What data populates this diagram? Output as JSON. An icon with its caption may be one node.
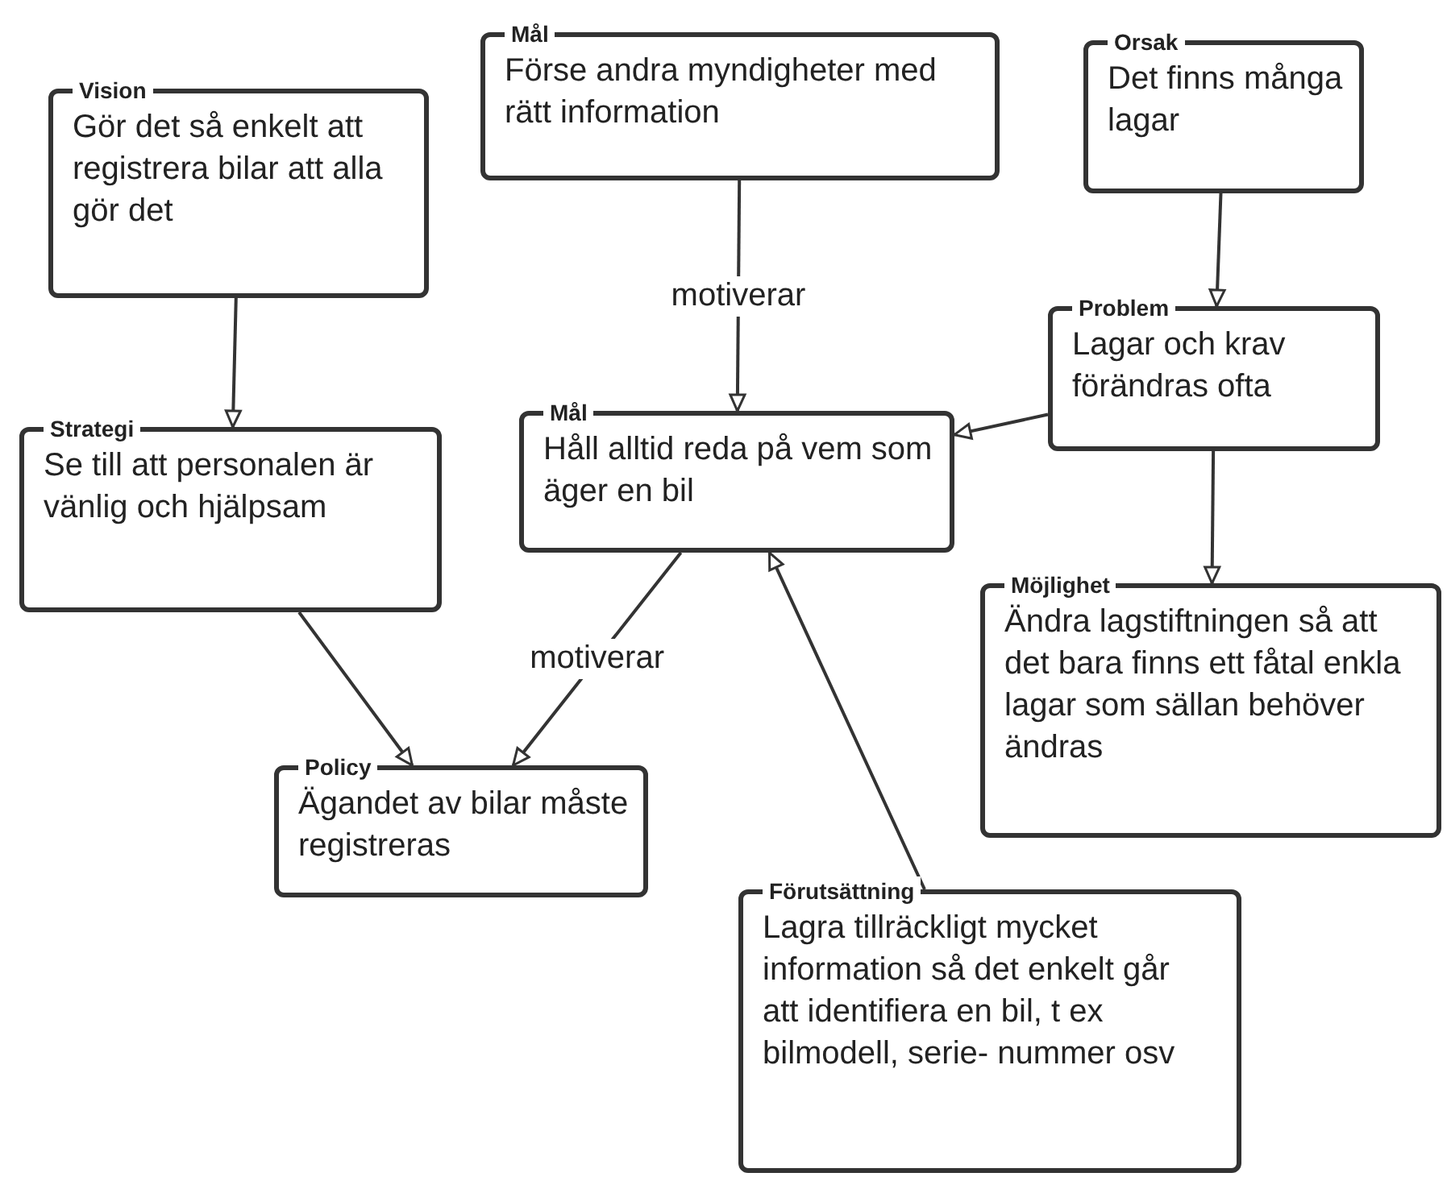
{
  "diagram": {
    "nodes": [
      {
        "text": [
          "Vision",
          "Gör det så enkelt att registrera bilar att alla gör det"
        ]
      },
      {
        "text": [
          "Mål",
          "Förse andra myndigheter med rätt information"
        ]
      },
      {
        "text": [
          "Orsak",
          "Det finns många lagar"
        ]
      },
      {
        "text": [
          "Strategi",
          "Se till att personalen är vänlig och hjälpsam"
        ]
      },
      {
        "text": [
          "Mål",
          "Håll alltid reda på vem som äger en bil"
        ]
      },
      {
        "text": [
          "Problem",
          "Lagar och krav förändras ofta"
        ]
      },
      {
        "text": [
          "Möjlighet",
          "Ändra lagstiftningen så att det bara finns ett fåtal enkla lagar som sällan behöver ändras"
        ]
      },
      {
        "text": [
          "Policy",
          "Ägandet av bilar måste registreras"
        ]
      },
      {
        "text": [
          "Förutsättning",
          "Lagra tillräckligt mycket information så det enkelt går att identifiera en bil, t ex bilmodell, serie- nummer osv"
        ]
      }
    ],
    "edges": [
      {
        "from": 0,
        "to": 3,
        "arrow": "to"
      },
      {
        "from": 1,
        "to": 4,
        "arrow": "to",
        "label": "motiverar"
      },
      {
        "from": 2,
        "to": 5,
        "arrow": "to"
      },
      {
        "from": 5,
        "to": 4,
        "arrow": "to"
      },
      {
        "from": 5,
        "to": 6,
        "arrow": "to"
      },
      {
        "from": 3,
        "to": 7,
        "arrow": "to"
      },
      {
        "from": 4,
        "to": 7,
        "arrow": "to",
        "label": "motiverar"
      },
      {
        "from": 8,
        "to": 4,
        "arrow": "to"
      }
    ]
  }
}
